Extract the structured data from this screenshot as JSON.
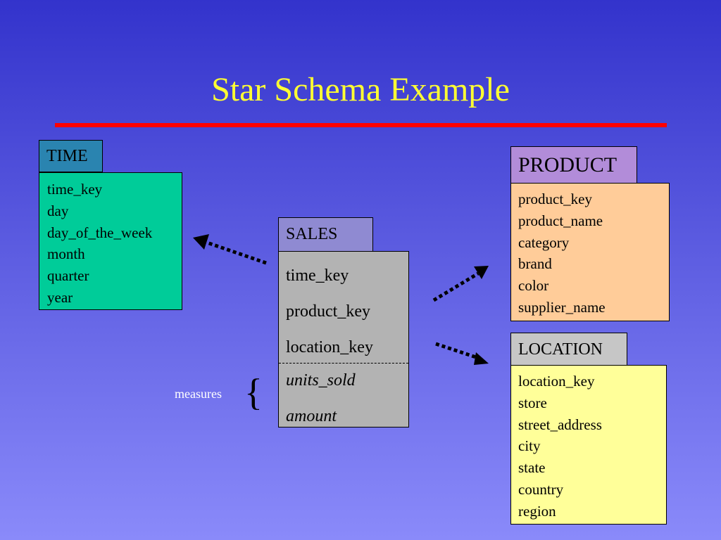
{
  "title": "Star Schema Example",
  "tables": {
    "time": {
      "name": "TIME",
      "fields": [
        "time_key",
        "day",
        "day_of_the_week",
        "month",
        "quarter",
        "year"
      ]
    },
    "sales": {
      "name": "SALES",
      "keys": [
        "time_key",
        "product_key",
        "location_key"
      ],
      "measures": [
        "units_sold",
        "amount"
      ]
    },
    "product": {
      "name": "PRODUCT",
      "fields": [
        "product_key",
        "product_name",
        "category",
        "brand",
        "color",
        "supplier_name"
      ]
    },
    "location": {
      "name": "LOCATION",
      "fields": [
        "location_key",
        "store",
        "street_address",
        "city",
        "state",
        "country",
        "region"
      ]
    }
  },
  "measures_label": "measures",
  "brace": "{",
  "colors": {
    "background_top": "#3333cc",
    "background_bottom": "#8a8afa",
    "title": "#ffff33",
    "rule": "#ff0000",
    "time_tab": "#2a84b0",
    "time_body": "#00cc99",
    "sales_tab": "#8f8ad2",
    "sales_body": "#b3b3b3",
    "product_tab": "#b28cd9",
    "product_body": "#ffcc99",
    "location_tab": "#c6c6c6",
    "location_body": "#ffff99"
  }
}
